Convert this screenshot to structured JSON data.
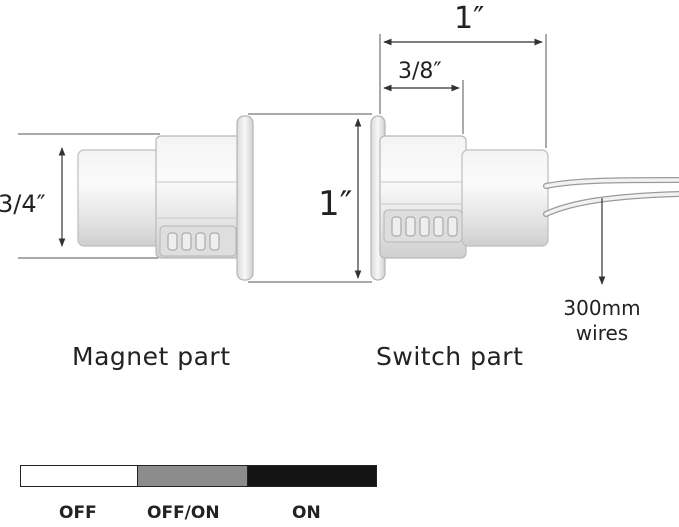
{
  "dimensions": {
    "overall_length": "1″",
    "switch_segment": "3/8″",
    "magnet_diameter": "3/4″",
    "flange_diameter": "1″"
  },
  "labels": {
    "magnet_part": "Magnet part",
    "switch_part": "Switch part",
    "wire_length": "300mm",
    "wire_word": "wires"
  },
  "status_bar": {
    "segments": [
      {
        "label": "OFF",
        "color": "#ffffff"
      },
      {
        "label": "OFF/ON",
        "color": "#8c8c8c"
      },
      {
        "label": "ON",
        "color": "#141414"
      }
    ]
  },
  "colors": {
    "body": "#ececec",
    "body_shade": "#d2d2d2",
    "outline": "#b5b5b5",
    "dimension_line": "#333333"
  }
}
